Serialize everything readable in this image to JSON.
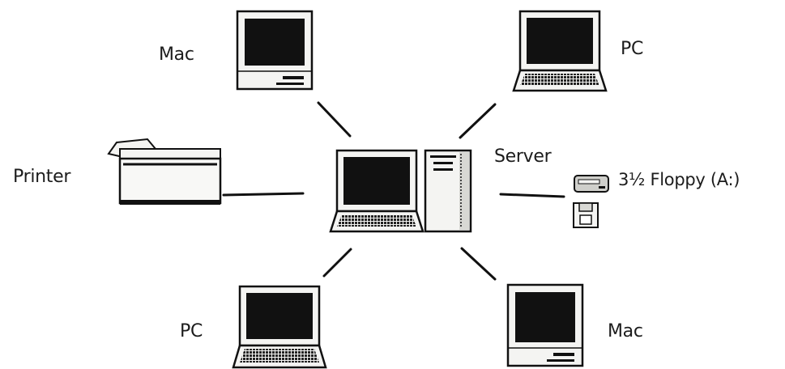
{
  "nodes": {
    "mac_top": {
      "label": "Mac",
      "icon": "mac-desktop-icon"
    },
    "pc_top": {
      "label": "PC",
      "icon": "laptop-icon"
    },
    "printer": {
      "label": "Printer",
      "icon": "printer-icon"
    },
    "server": {
      "label": "Server",
      "icon": "server-tower-icon"
    },
    "hub": {
      "icon": "laptop-icon"
    },
    "floppy": {
      "label": "3½ Floppy (A:)",
      "icon": "floppy-drive-icon"
    },
    "pc_bottom": {
      "label": "PC",
      "icon": "laptop-icon"
    },
    "mac_bottom": {
      "label": "Mac",
      "icon": "mac-desktop-icon"
    }
  },
  "colors": {
    "ink": "#1a1a1a",
    "screen": "#111111",
    "body": "#f4f4f2",
    "shade": "#d8d8d4"
  }
}
